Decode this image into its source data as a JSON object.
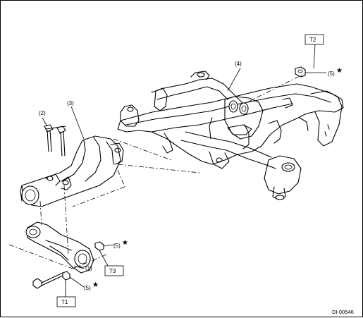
{
  "callouts": {
    "c1": "(1)",
    "c2": "(2)",
    "c3": "(3)",
    "c4": "(4)",
    "c5a": "(5)",
    "c5b": "(5)",
    "c5c": "(5)"
  },
  "torque_boxes": {
    "t1": "T1",
    "t2": "T2",
    "t3": "T3"
  },
  "star_symbol": "★",
  "figure_code": "DI-00546"
}
